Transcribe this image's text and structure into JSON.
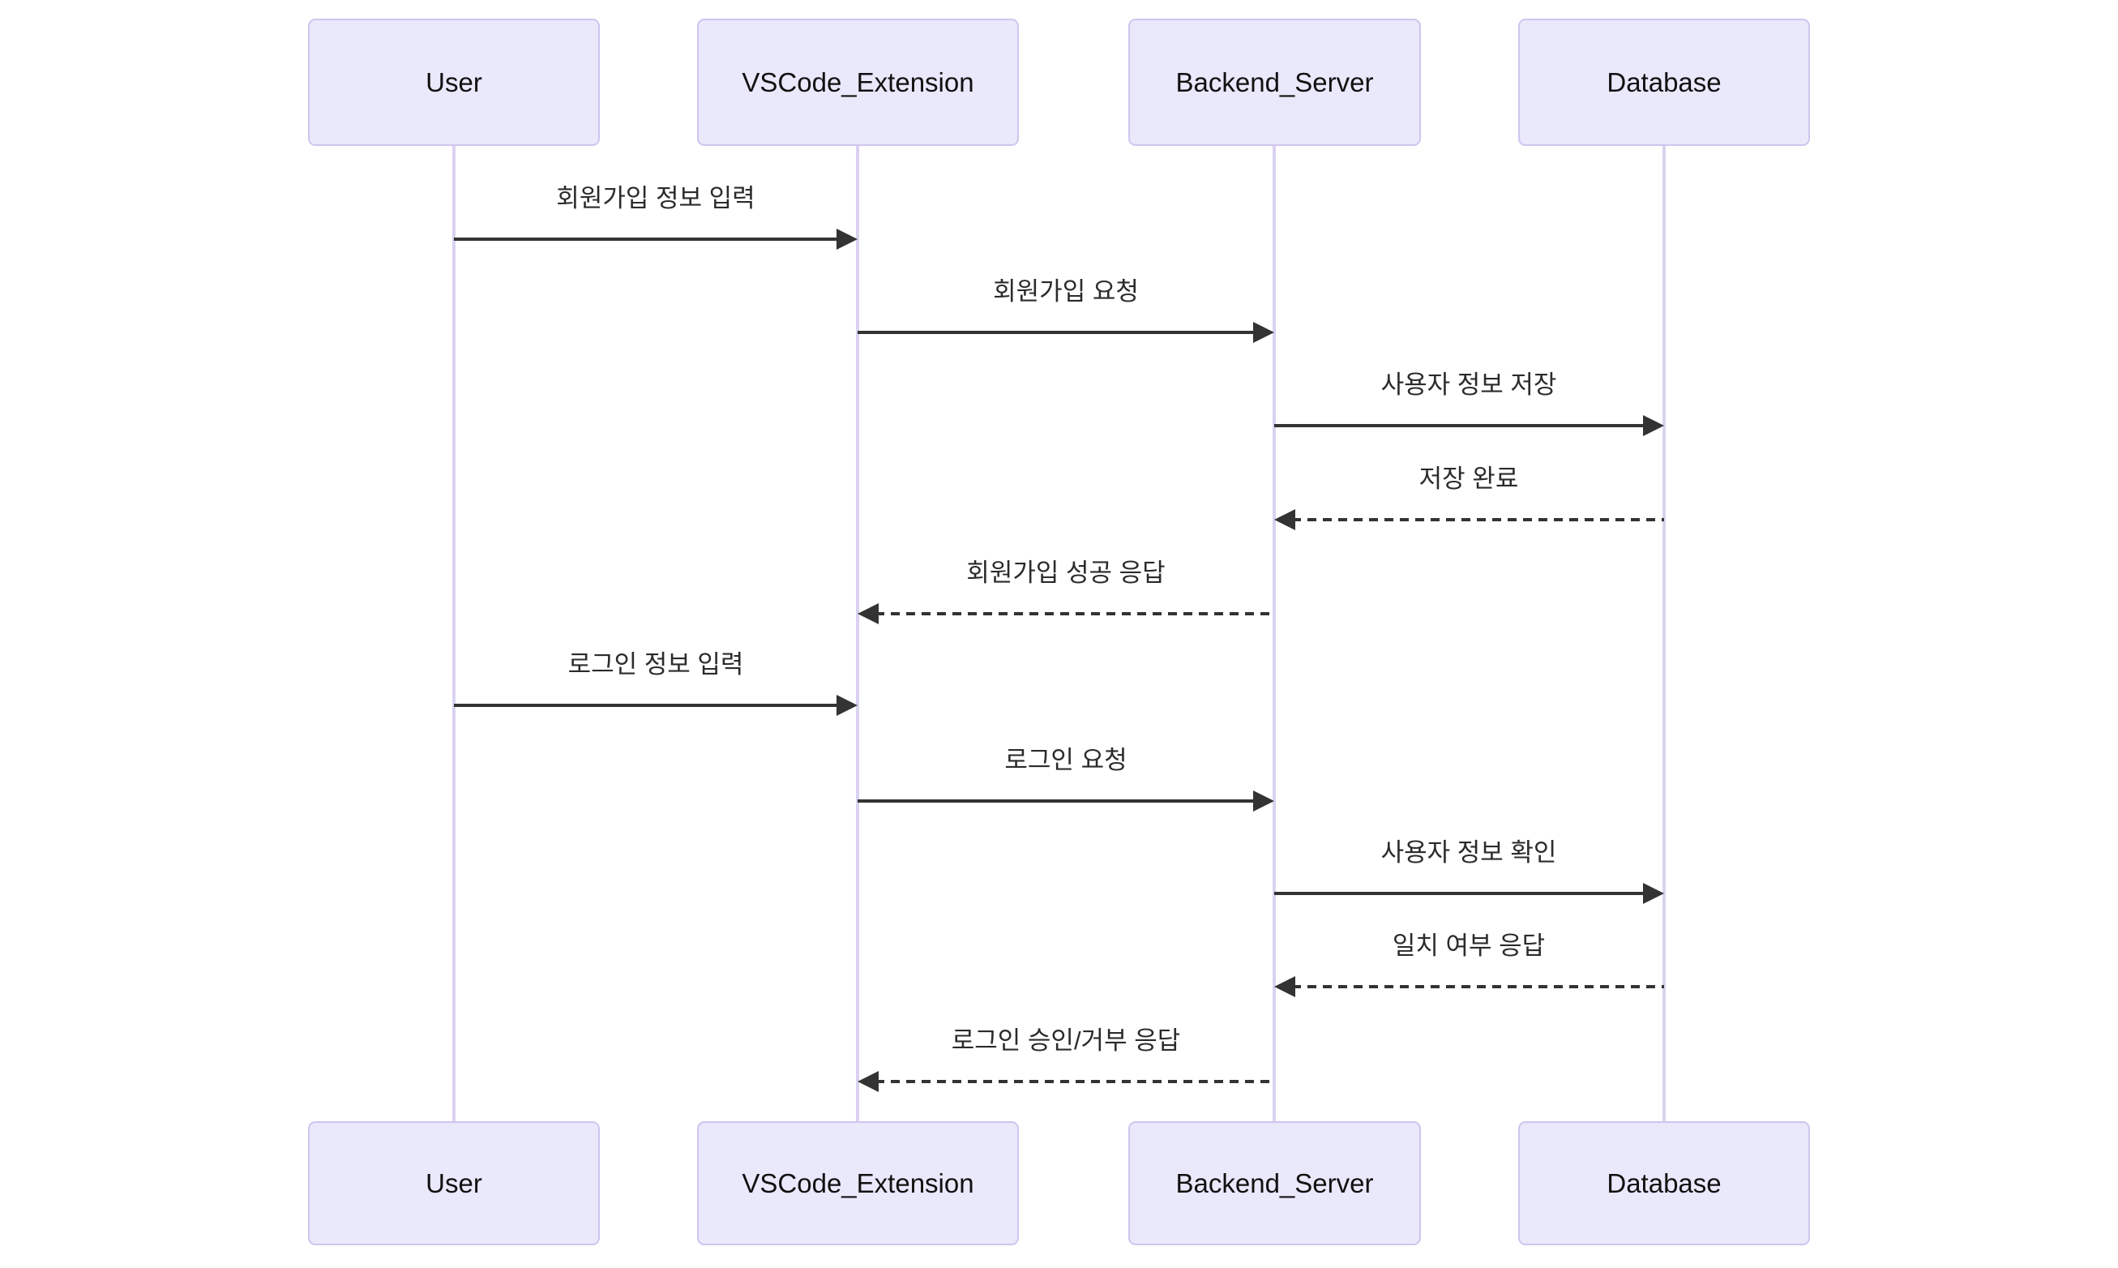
{
  "diagram": {
    "type": "sequence",
    "actors": [
      {
        "id": "user",
        "label": "User"
      },
      {
        "id": "vscode",
        "label": "VSCode_Extension"
      },
      {
        "id": "backend",
        "label": "Backend_Server"
      },
      {
        "id": "database",
        "label": "Database"
      }
    ],
    "messages": [
      {
        "n": 1,
        "text": "회원가입 정보 입력",
        "from": "User",
        "to": "VSCode_Extension",
        "style": "solid"
      },
      {
        "n": 2,
        "text": "회원가입 요청",
        "from": "VSCode_Extension",
        "to": "Backend_Server",
        "style": "solid"
      },
      {
        "n": 3,
        "text": "사용자 정보 저장",
        "from": "Backend_Server",
        "to": "Database",
        "style": "solid"
      },
      {
        "n": 4,
        "text": "저장 완료",
        "from": "Database",
        "to": "Backend_Server",
        "style": "dashed"
      },
      {
        "n": 5,
        "text": "회원가입 성공 응답",
        "from": "Backend_Server",
        "to": "VSCode_Extension",
        "style": "dashed"
      },
      {
        "n": 6,
        "text": "로그인 정보 입력",
        "from": "User",
        "to": "VSCode_Extension",
        "style": "solid"
      },
      {
        "n": 7,
        "text": "로그인 요청",
        "from": "VSCode_Extension",
        "to": "Backend_Server",
        "style": "solid"
      },
      {
        "n": 8,
        "text": "사용자 정보 확인",
        "from": "Backend_Server",
        "to": "Database",
        "style": "solid"
      },
      {
        "n": 9,
        "text": "일치 여부 응답",
        "from": "Database",
        "to": "Backend_Server",
        "style": "dashed"
      },
      {
        "n": 10,
        "text": "로그인 승인/거부 응답",
        "from": "Backend_Server",
        "to": "VSCode_Extension",
        "style": "dashed"
      }
    ],
    "colors": {
      "background": "#FFFFFF",
      "actor_fill": "#EAE8FB",
      "actor_border": "#CFC5EF",
      "lifeline": "#DAD2F0",
      "signal": "#333333"
    }
  }
}
